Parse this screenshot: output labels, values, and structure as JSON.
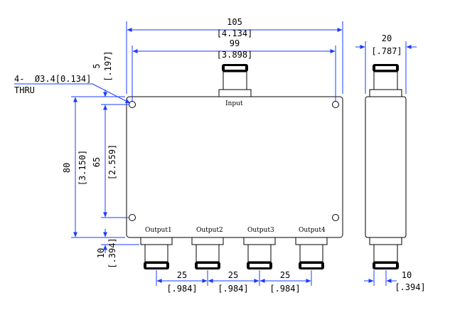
{
  "dimensions": {
    "total_width": {
      "value": "105",
      "inch": "[4.134]"
    },
    "hole_spacing_x": {
      "value": "99",
      "inch": "[3.898]"
    },
    "hole_offset": {
      "value": "5",
      "inch": "[.197]"
    },
    "hole_spec": {
      "value": "4-  Ø3.4[0.134]",
      "note": "THRU"
    },
    "total_height": {
      "value": "80",
      "inch": "[3.150]"
    },
    "hole_spacing_y": {
      "value": "65",
      "inch": "[2.559]"
    },
    "bottom_offset": {
      "value": "10",
      "inch": "[.394]"
    },
    "output_pitch_1": {
      "value": "25",
      "inch": "[.984]"
    },
    "output_pitch_2": {
      "value": "25",
      "inch": "[.984]"
    },
    "output_pitch_3": {
      "value": "25",
      "inch": "[.984]"
    },
    "side_depth": {
      "value": "20",
      "inch": "[.787]"
    },
    "side_connector_offset": {
      "value": "10",
      "inch": "[.394]"
    }
  },
  "ports": {
    "input": "Input",
    "outputs": [
      "Output1",
      "Output2",
      "Output3",
      "Output4"
    ]
  }
}
